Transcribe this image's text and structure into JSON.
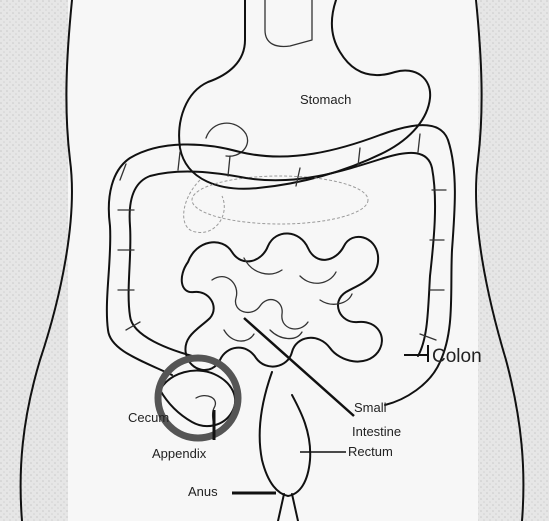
{
  "labels": {
    "stomach": "Stomach",
    "colon": "Colon",
    "small_intestine_line1": "Small",
    "small_intestine_line2": "Intestine",
    "rectum": "Rectum",
    "cecum": "Cecum",
    "appendix": "Appendix",
    "anus": "Anus"
  },
  "colors": {
    "background": "#e9e9e9",
    "outline": "#111111",
    "highlight_circle": "#555555"
  }
}
